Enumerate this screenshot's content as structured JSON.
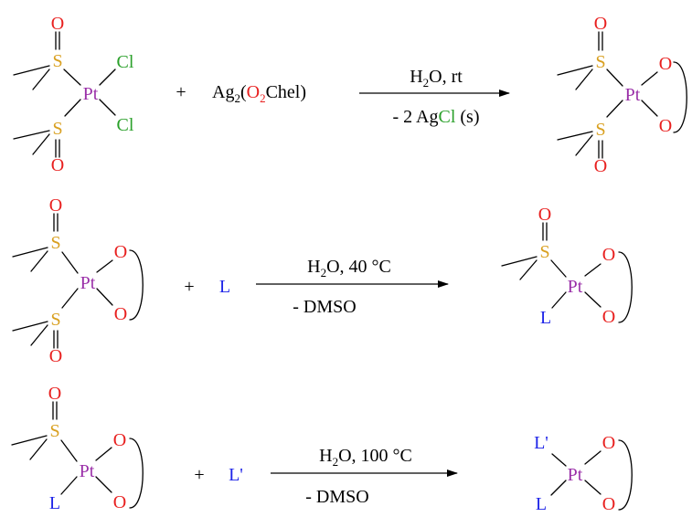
{
  "colors": {
    "oxygen": "#e8201f",
    "sulfur": "#d9a020",
    "platinum": "#9a2fa8",
    "chlorine": "#2aa02a",
    "ligand": "#1f25e8",
    "text": "#000000"
  },
  "atoms": {
    "O": "O",
    "S": "S",
    "Pt": "Pt",
    "Cl": "Cl",
    "L": "L",
    "Lp": "L'"
  },
  "reaction1": {
    "plus": "+",
    "reagent": {
      "ag": "Ag",
      "sub2": "2",
      "paren_open": "(",
      "o": "O",
      "sub_o": "2",
      "chel": "Chel",
      "paren_close": ")"
    },
    "cond_top": {
      "h": "H",
      "sub": "2",
      "rest": "O, rt"
    },
    "cond_bottom": {
      "pre": "- 2 Ag",
      "cl": "Cl",
      "post": " (s)"
    }
  },
  "reaction2": {
    "plus": "+",
    "reagent": "L",
    "cond_top": {
      "h": "H",
      "sub": "2",
      "rest": "O, 40 °C"
    },
    "cond_bottom": "- DMSO"
  },
  "reaction3": {
    "plus": "+",
    "reagent": "L'",
    "cond_top": {
      "h": "H",
      "sub": "2",
      "rest": "O, 100 °C"
    },
    "cond_bottom": "- DMSO"
  }
}
